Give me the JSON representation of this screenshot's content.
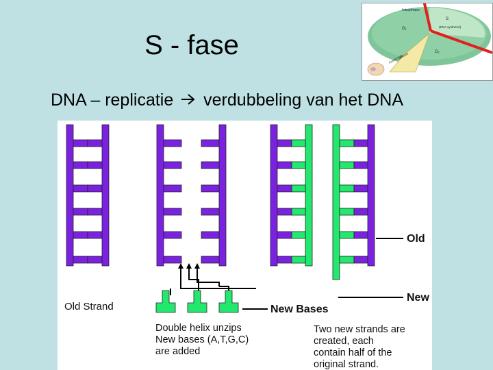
{
  "slide": {
    "title": "S - fase",
    "subtitle_pre": "DNA – replicatie",
    "subtitle_arrow_icon": "right-arrow-icon",
    "subtitle_post": "verdubbeling van het DNA"
  },
  "cell_cycle_inset": {
    "label_top": "Interphase",
    "label_s": "S",
    "label_s_sub": "(DNA synthesis)",
    "label_g1": "G₁",
    "label_g2": "G₂",
    "label_mitosis": "Mitosis",
    "label_cyto": "Cytokinesis",
    "colors": {
      "ring": "#8fd0a6",
      "s": "#bfe6c6",
      "wedge": "#f5e9a6",
      "pointer": "#e21f1f"
    }
  },
  "diagram": {
    "label_old": "Old",
    "label_new": "New",
    "label_old_strand": "Old Strand",
    "label_new_bases": "New Bases",
    "caption_left": [
      "Double helix unzips",
      "New bases (A,T,G,C)",
      "are added"
    ],
    "caption_right": [
      "Two new strands are",
      "created, each",
      "contain half of the",
      "original strand."
    ],
    "colors": {
      "old": "#7a22e0",
      "new": "#22e86e",
      "outline": "#222222"
    }
  }
}
